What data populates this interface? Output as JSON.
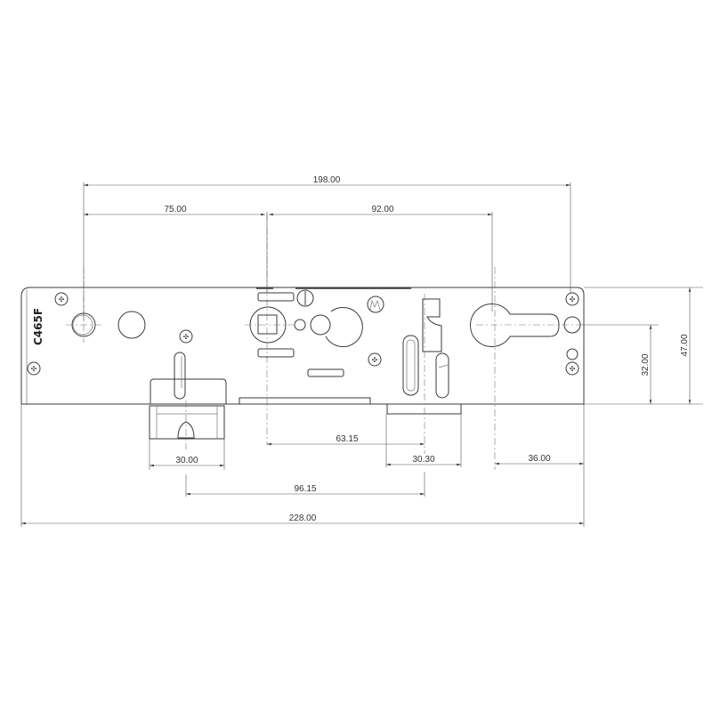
{
  "drawing": {
    "model_label": "C465F",
    "line_color": "#3a3a3a",
    "background": "#ffffff"
  },
  "dimensions": {
    "overall_backset_span": "198.00",
    "backset_left": "75.00",
    "centre_distance": "92.00",
    "faceplate_length": "228.00",
    "latch_to_deadbolt": "63.15",
    "deadbolt_width": "30.30",
    "latch_width": "30.00",
    "latch_to_bolt_centres": "96.15",
    "cylinder_to_end": "36.00",
    "cylinder_height": "32.00",
    "faceplate_height": "47.00"
  }
}
